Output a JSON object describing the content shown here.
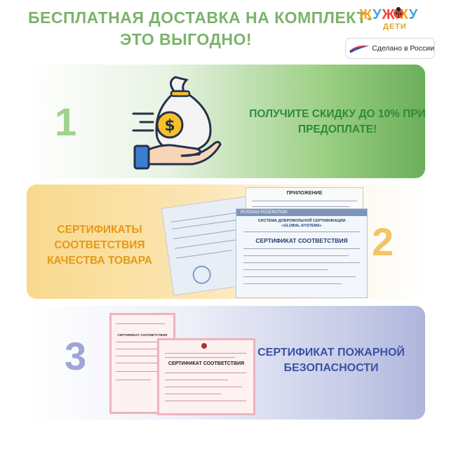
{
  "headline": {
    "line1": "БЕСПЛАТНАЯ ДОСТАВКА НА КОМПЛЕКТ-",
    "line2": "ЭТО ВЫГОДНО!"
  },
  "brand": {
    "logo_letters": [
      "Ж",
      "У",
      "Ж",
      "Ж",
      "У"
    ],
    "logo_colors": [
      "#f2a623",
      "#3fa5dc",
      "#e94a3a",
      "#f2a623",
      "#3fa5dc"
    ],
    "sub": "ДЕТИ",
    "made_in": "Сделано в России"
  },
  "items": [
    {
      "number": "1",
      "text": "ПОЛУЧИТЕ СКИДКУ ДО 10% ПРИ ПРЕДОПЛАТЕ!",
      "icon": "money-bag-hand-icon"
    },
    {
      "number": "2",
      "text": "СЕРТИФИКАТЫ СООТВЕТСТВИЯ КАЧЕСТВА ТОВАРА",
      "docs": {
        "appendix_title": "ПРИЛОЖЕНИЕ",
        "header_band": "RUSSIAN FEDERATION",
        "system_title": "СИСТЕМА ДОБРОВОЛЬНОЙ СЕРТИФИКАЦИИ",
        "system_name": "«GLOBAL-SYSTEMS»",
        "cert_title": "СЕРТИФИКАТ СООТВЕТСТВИЯ"
      }
    },
    {
      "number": "3",
      "text": "СЕРТИФИКАТ ПОЖАРНОЙ БЕЗОПАСНОСТИ",
      "docs": {
        "cert_title": "СЕРТИФИКАТ СООТВЕТСТВИЯ"
      }
    }
  ],
  "colors": {
    "headline": "#7bb36a",
    "green_text": "#2f8a3c",
    "orange_text": "#e59a16",
    "blue_text": "#3b51a4"
  }
}
